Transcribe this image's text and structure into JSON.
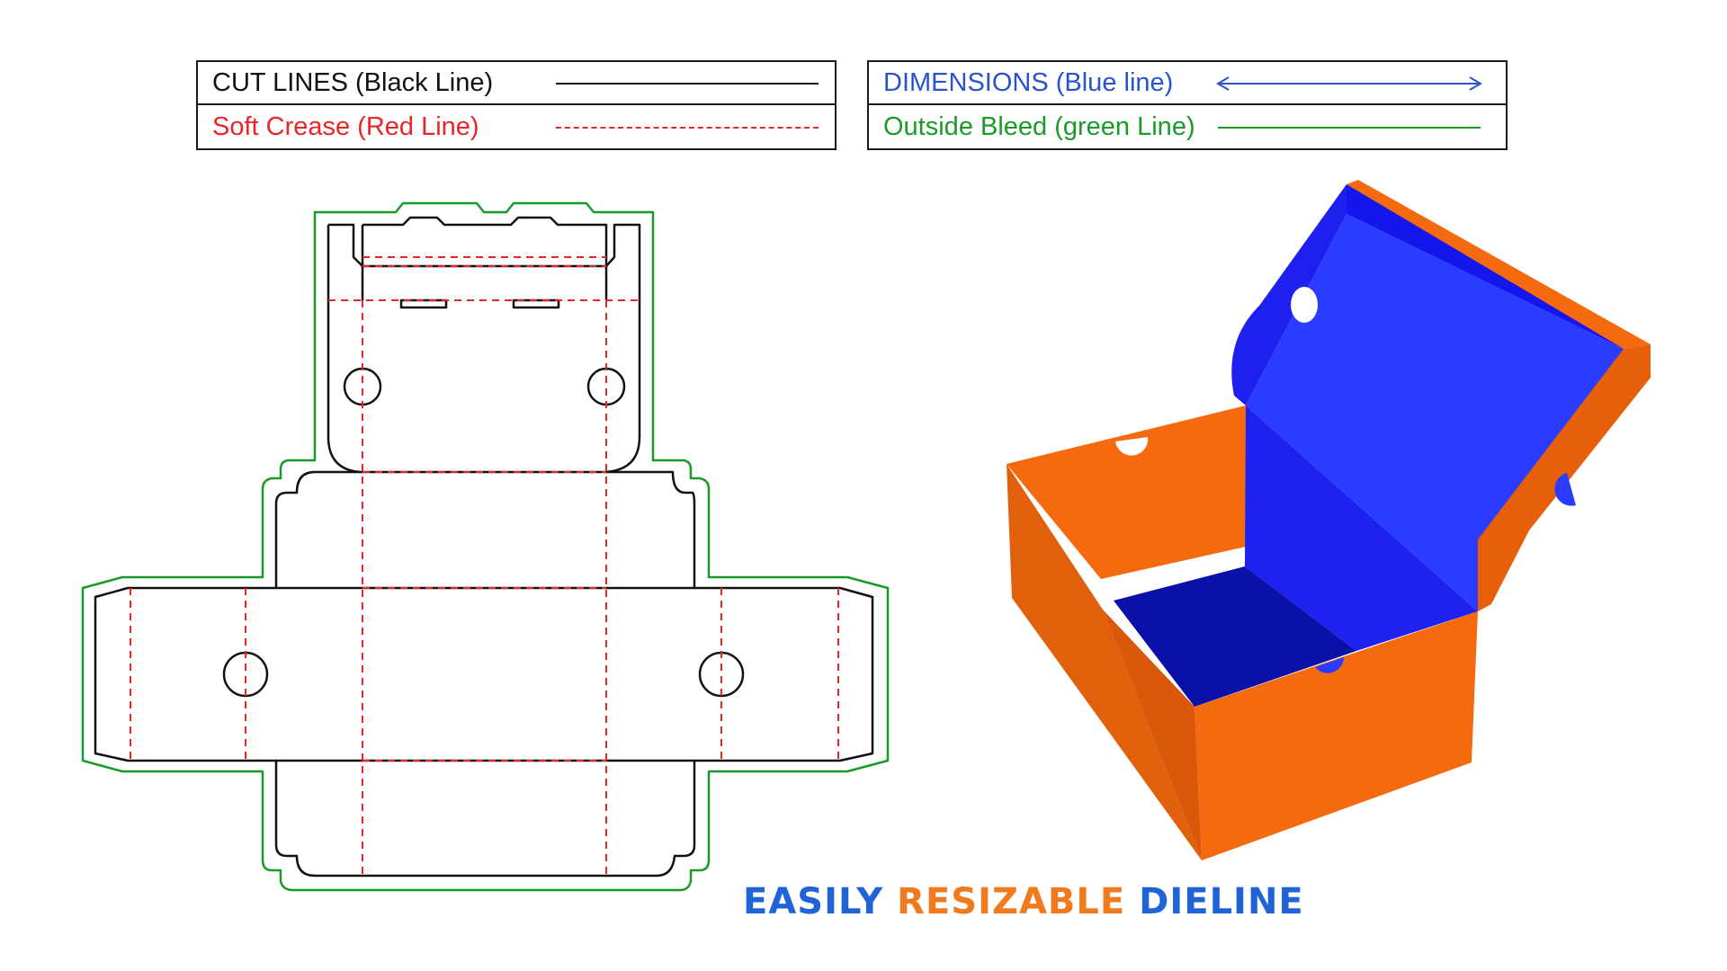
{
  "legend": {
    "cut_lines": "CUT LINES (Black Line)",
    "soft_crease": "Soft Crease (Red Line)",
    "dimensions": "DIMENSIONS (Blue line)",
    "outside_bleed": "Outside Bleed (green Line)"
  },
  "tagline": {
    "word1": "EASILY",
    "word2": "RESIZABLE",
    "word3": "DIELINE"
  },
  "colors": {
    "cut": "#111111",
    "crease": "#e8262a",
    "dimension": "#2a52c9",
    "bleed": "#1b9a2a",
    "box_orange": "#f5690f",
    "box_blue": "#2233ff",
    "tag_blue": "#1f63d6",
    "tag_orange": "#f07a1c"
  }
}
